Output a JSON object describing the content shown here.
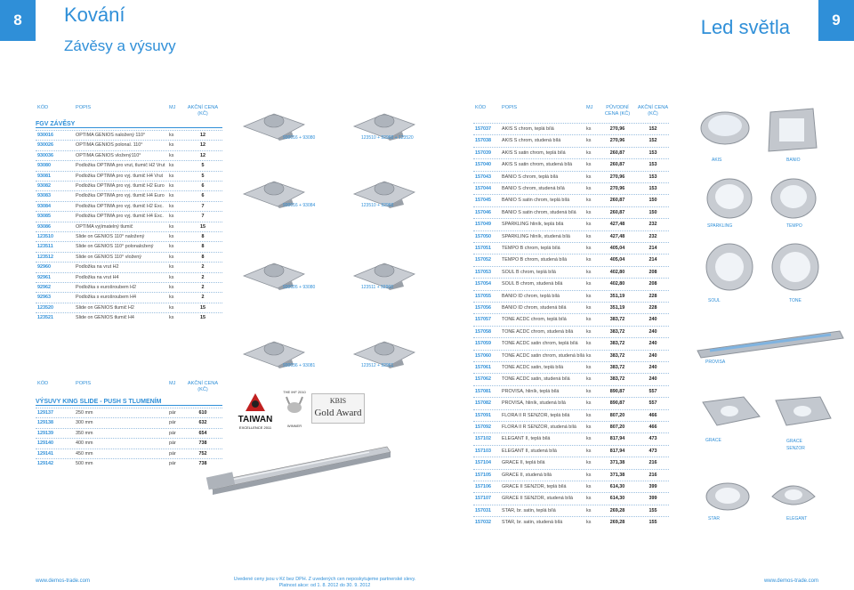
{
  "left_page": {
    "number": "8",
    "title": "Kování",
    "subtitle": "Závěsy a výsuvy",
    "headers": {
      "code": "KÓD",
      "desc": "POPIS",
      "unit": "MJ",
      "price": "AKČNÍ CENA (KČ)"
    },
    "group1": "FGV ZÁVĚSY",
    "rows1": [
      {
        "code": "930016",
        "desc": "OPTIMA GENIOS naložený 110°",
        "unit": "ks",
        "price": "12"
      },
      {
        "code": "930026",
        "desc": "OPTIMA GENIOS polonal. 110°",
        "unit": "ks",
        "price": "12"
      },
      {
        "code": "930036",
        "desc": "OPTIMA GENIOS vložený110°",
        "unit": "ks",
        "price": "12"
      },
      {
        "code": "93080",
        "desc": "Podložka OPTIMA pro vrut, tlumič H2 Vrut",
        "unit": "ks",
        "price": "5"
      },
      {
        "code": "93081",
        "desc": "Podložka OPTIMA pro vyj. tlumič H4 Vrut",
        "unit": "ks",
        "price": "5"
      },
      {
        "code": "93082",
        "desc": "Podložka OPTIMA pro vyj. tlumič H2 Euro",
        "unit": "ks",
        "price": "6"
      },
      {
        "code": "93083",
        "desc": "Podložka OPTIMA pro vyj. tlumič H4 Euro",
        "unit": "ks",
        "price": "6"
      },
      {
        "code": "93084",
        "desc": "Podložka OPTIMA pro vyj. tlumič H2 Exc.",
        "unit": "ks",
        "price": "7"
      },
      {
        "code": "93085",
        "desc": "Podložka OPTIMA pro vyj. tlumič H4 Exc.",
        "unit": "ks",
        "price": "7"
      },
      {
        "code": "93086",
        "desc": "OPTIMA vyjímatelný tlumič",
        "unit": "ks",
        "price": "15"
      },
      {
        "code": "123510",
        "desc": "Slide on GENIOS 110° naložený",
        "unit": "ks",
        "price": "8"
      },
      {
        "code": "123511",
        "desc": "Slide on GENIOS 110° polonaložený",
        "unit": "ks",
        "price": "8"
      },
      {
        "code": "123512",
        "desc": "Slide on GENIOS 110° vložený",
        "unit": "ks",
        "price": "8"
      },
      {
        "code": "92960",
        "desc": "Podložka na vrut H2",
        "unit": "ks",
        "price": "2"
      },
      {
        "code": "92961",
        "desc": "Podložka na vrut H4",
        "unit": "ks",
        "price": "2"
      },
      {
        "code": "92962",
        "desc": "Podložka s eurošroubem H2",
        "unit": "ks",
        "price": "2"
      },
      {
        "code": "92963",
        "desc": "Podložka s eurošroubem H4",
        "unit": "ks",
        "price": "2"
      },
      {
        "code": "123520",
        "desc": "Slide on GENIOS tlumič H2",
        "unit": "ks",
        "price": "15"
      },
      {
        "code": "123521",
        "desc": "Slide on GENIOS tlumič H4",
        "unit": "ks",
        "price": "15"
      }
    ],
    "hinge_captions": [
      [
        "930016 + 93080",
        "123510 + 92960 + 123520"
      ],
      [
        "930016 + 93084",
        "123510 + 92960"
      ],
      [
        "930026 + 93080",
        "123511 + 92960"
      ],
      [
        "930036 + 93081",
        "123512 + 92961"
      ]
    ],
    "group2": "VÝSUVY KING SLIDE - PUSH S TLUMENÍM",
    "rows2": [
      {
        "code": "129137",
        "desc": "250 mm",
        "unit": "pár",
        "price": "610"
      },
      {
        "code": "129138",
        "desc": "300 mm",
        "unit": "pár",
        "price": "632"
      },
      {
        "code": "129139",
        "desc": "350 mm",
        "unit": "pár",
        "price": "654"
      },
      {
        "code": "129140",
        "desc": "400 mm",
        "unit": "pár",
        "price": "738"
      },
      {
        "code": "129141",
        "desc": "450 mm",
        "unit": "pár",
        "price": "752"
      },
      {
        "code": "129142",
        "desc": "500 mm",
        "unit": "pár",
        "price": "738"
      }
    ],
    "awards": {
      "taiwan": "TAIWAN",
      "taiwan_sub": "EXCELLENCE 2011",
      "kbis": "KBIS",
      "gold": "Gold Award",
      "winner": "WINNER",
      "year": "THE IHF 2010"
    },
    "footer_url": "www.demos-trade.com"
  },
  "right_page": {
    "number": "9",
    "title": "Led světla",
    "headers": {
      "code": "KÓD",
      "desc": "POPIS",
      "unit": "MJ",
      "orig": "PŮVODNÍ CENA (KČ)",
      "price": "AKČNÍ CENA (KČ)"
    },
    "rows": [
      {
        "code": "157037",
        "desc": "AKIS S chrom, teplá bílá",
        "unit": "ks",
        "orig": "270,96",
        "price": "152"
      },
      {
        "code": "157038",
        "desc": "AKIS S chrom, studená bílá",
        "unit": "ks",
        "orig": "270,96",
        "price": "152"
      },
      {
        "code": "157039",
        "desc": "AKIS S satin chrom, teplá bílá",
        "unit": "ks",
        "orig": "260,87",
        "price": "153"
      },
      {
        "code": "157040",
        "desc": "AKIS S satin chrom, studená bílá",
        "unit": "ks",
        "orig": "260,87",
        "price": "153"
      },
      {
        "code": "157043",
        "desc": "BANIO S chrom, teplá bílá",
        "unit": "ks",
        "orig": "270,96",
        "price": "153"
      },
      {
        "code": "157044",
        "desc": "BANIO S chrom, studená bílá",
        "unit": "ks",
        "orig": "270,96",
        "price": "153"
      },
      {
        "code": "157045",
        "desc": "BANIO S satin chrom, teplá bílá",
        "unit": "ks",
        "orig": "260,87",
        "price": "150"
      },
      {
        "code": "157046",
        "desc": "BANIO S satin chrom, studená bílá",
        "unit": "ks",
        "orig": "260,87",
        "price": "150"
      },
      {
        "code": "157049",
        "desc": "SPARKLING hliník, teplá bílá",
        "unit": "ks",
        "orig": "427,48",
        "price": "232"
      },
      {
        "code": "157050",
        "desc": "SPARKLING hliník, studená bílá",
        "unit": "ks",
        "orig": "427,48",
        "price": "232"
      },
      {
        "code": "157051",
        "desc": "TEMPO B chrom, teplá bílá",
        "unit": "ks",
        "orig": "405,04",
        "price": "214"
      },
      {
        "code": "157052",
        "desc": "TEMPO B chrom, studená bílá",
        "unit": "ks",
        "orig": "405,04",
        "price": "214"
      },
      {
        "code": "157053",
        "desc": "SOUL B chrom, teplá bílá",
        "unit": "ks",
        "orig": "402,80",
        "price": "208"
      },
      {
        "code": "157054",
        "desc": "SOUL B chrom, studená bílá",
        "unit": "ks",
        "orig": "402,80",
        "price": "208"
      },
      {
        "code": "157055",
        "desc": "BANIO ID chrom, teplá bílá",
        "unit": "ks",
        "orig": "351,19",
        "price": "228"
      },
      {
        "code": "157056",
        "desc": "BANIO ID chrom, studená bílá",
        "unit": "ks",
        "orig": "351,19",
        "price": "228"
      },
      {
        "code": "157057",
        "desc": "TONE ACDC chrom, teplá bílá",
        "unit": "ks",
        "orig": "383,72",
        "price": "240"
      },
      {
        "code": "157058",
        "desc": "TONE ACDC chrom, studená bílá",
        "unit": "ks",
        "orig": "383,72",
        "price": "240"
      },
      {
        "code": "157059",
        "desc": "TONE ACDC satin chrom, teplá bílá",
        "unit": "ks",
        "orig": "383,72",
        "price": "240"
      },
      {
        "code": "157060",
        "desc": "TONE ACDC satin chrom, studená bílá",
        "unit": "ks",
        "orig": "383,72",
        "price": "240"
      },
      {
        "code": "157061",
        "desc": "TONE ACDC satin, teplá bílá",
        "unit": "ks",
        "orig": "383,72",
        "price": "240"
      },
      {
        "code": "157062",
        "desc": "TONE ACDC satin, studená bílá",
        "unit": "ks",
        "orig": "383,72",
        "price": "240"
      },
      {
        "code": "157081",
        "desc": "PROVISA, hliník, teplá bílá",
        "unit": "ks",
        "orig": "890,87",
        "price": "557"
      },
      {
        "code": "157082",
        "desc": "PROVISA, hliník, studená bílá",
        "unit": "ks",
        "orig": "890,87",
        "price": "557"
      },
      {
        "code": "157091",
        "desc": "FLORA II R SENZOR, teplá bílá",
        "unit": "ks",
        "orig": "807,20",
        "price": "466"
      },
      {
        "code": "157092",
        "desc": "FLORA II R SENZOR, studená bílá",
        "unit": "ks",
        "orig": "807,20",
        "price": "466"
      },
      {
        "code": "157102",
        "desc": "ELEGANT II, teplá bílá",
        "unit": "ks",
        "orig": "817,94",
        "price": "473"
      },
      {
        "code": "157103",
        "desc": "ELEGANT II, studená bílá",
        "unit": "ks",
        "orig": "817,94",
        "price": "473"
      },
      {
        "code": "157104",
        "desc": "GRACE II, teplá bílá",
        "unit": "ks",
        "orig": "371,38",
        "price": "216"
      },
      {
        "code": "157105",
        "desc": "GRACE II, studená bílá",
        "unit": "ks",
        "orig": "371,38",
        "price": "216"
      },
      {
        "code": "157106",
        "desc": "GRACE II SENZOR, teplá bílá",
        "unit": "ks",
        "orig": "614,30",
        "price": "399"
      },
      {
        "code": "157107",
        "desc": "GRACE II SENZOR, studená bílá",
        "unit": "ks",
        "orig": "614,30",
        "price": "399"
      },
      {
        "code": "157031",
        "desc": "STAR, br. satin, teplá bílá",
        "unit": "ks",
        "orig": "269,28",
        "price": "155"
      },
      {
        "code": "157032",
        "desc": "STAR, br. satin, studená bílá",
        "unit": "ks",
        "orig": "269,28",
        "price": "155"
      }
    ],
    "product_labels": {
      "akis": "AKIS",
      "banio": "BANIO",
      "sparkling": "SPARKLING",
      "tempo": "TEMPO",
      "soul": "SOUL",
      "tone": "TONE",
      "provisa": "PROVISA",
      "grace": "GRACE",
      "grace_senzor": "GRACE SENZOR",
      "star": "STAR",
      "elegant": "ELEGANT"
    },
    "footer_url": "www.demos-trade.com"
  },
  "footnote": {
    "line1": "Uvedené ceny jsou v Kč bez DPH. Z uvedených cen neposkytujeme partnerské slevy.",
    "line2": "Platnost akce: od 1. 8. 2012 do 30. 9. 2012"
  },
  "colors": {
    "accent": "#2f8fd8"
  }
}
